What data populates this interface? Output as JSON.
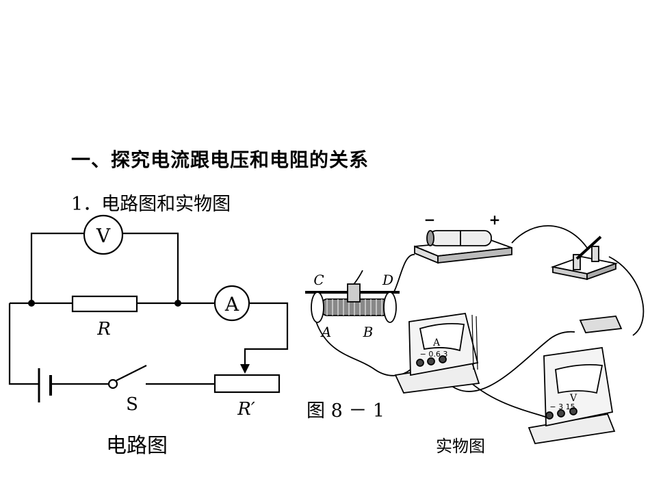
{
  "heading": "一、探究电流跟电压和电阻的关系",
  "subheading": "1．电路图和实物图",
  "circuit": {
    "voltmeter_symbol": "V",
    "ammeter_symbol": "A",
    "resistor_label": "R",
    "rheostat_label": "R′",
    "switch_label": "S",
    "caption": "电路图"
  },
  "physical": {
    "battery_minus": "−",
    "battery_plus": "+",
    "rheostat_terminals": {
      "C": "C",
      "D": "D",
      "A": "A",
      "B": "B"
    },
    "ammeter_face_symbol": "A",
    "ammeter_scale": "− 0.6 3",
    "voltmeter_face_symbol": "V",
    "voltmeter_scale": "− 3 15",
    "caption": "实物图"
  },
  "figure_number": "图 8 － 1"
}
